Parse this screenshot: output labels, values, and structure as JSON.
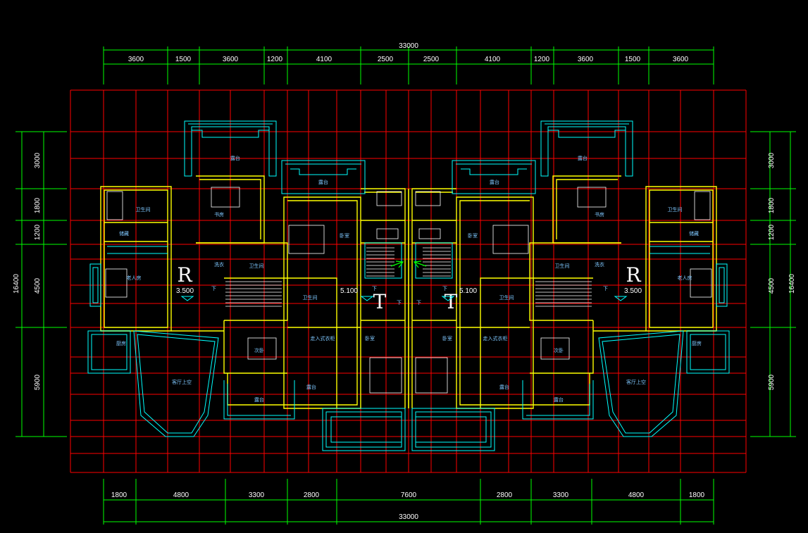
{
  "colors": {
    "background": "#000000",
    "grid": "#ff0000",
    "walls": "#ffff00",
    "cyan": "#00ffff",
    "dimensions": "#00ff00",
    "text": "#ffffff",
    "room_labels": "#7fc8ff"
  },
  "dimensions": {
    "top_total": "33000",
    "top_segments": [
      "3600",
      "1500",
      "3600",
      "1200",
      "4100",
      "2500",
      "2500",
      "4100",
      "1200",
      "3600",
      "1500",
      "3600"
    ],
    "bottom_total": "33000",
    "bottom_segments": [
      "1800",
      "4800",
      "3300",
      "2800",
      "7600",
      "2800",
      "3300",
      "4800",
      "1800"
    ],
    "left_total": "16400",
    "left_segments": [
      "3000",
      "1800",
      "1200",
      "4500",
      "5900"
    ],
    "right_total": "16400",
    "right_segments": [
      "3000",
      "1800",
      "1200",
      "4500",
      "5900"
    ]
  },
  "symbols": {
    "r_left": "R",
    "r_right": "R",
    "t_left": "T",
    "t_right": "T"
  },
  "levels": {
    "left_outer": "3.500",
    "left_inner": "5.100",
    "right_inner": "5.100",
    "right_outer": "3.500"
  },
  "stairs": {
    "down_1": "下",
    "down_2": "下",
    "down_3": "下",
    "down_4": "下",
    "down_5": "下",
    "down_6": "下"
  },
  "rooms": {
    "left": {
      "balcony_top": "露台",
      "study": "书房",
      "bath_top": "卫生间",
      "storage": "储藏",
      "laundry": "洗衣",
      "bath_mid": "卫生间",
      "elder_room": "老人房",
      "kitchen": "厨房",
      "living_void": "客厅上空",
      "balcony_bottom": "露台",
      "bedroom_small": "次卧",
      "corridor": "走入式衣柜",
      "balcony_mid": "露台",
      "bath_inner": "卫生间",
      "master_bedroom": "卧室",
      "balcony_upper": "露台",
      "master_bedroom_upper": "卧室"
    },
    "right": {
      "balcony_top": "露台",
      "study": "书房",
      "bath_top": "卫生间",
      "storage": "储藏",
      "laundry": "洗衣",
      "bath_mid": "卫生间",
      "elder_room": "老人房",
      "kitchen": "厨房",
      "living_void": "客厅上空",
      "balcony_bottom": "露台",
      "bedroom_small": "次卧",
      "corridor": "走入式衣柜",
      "balcony_mid": "露台",
      "bath_inner": "卫生间",
      "master_bedroom": "卧室",
      "balcony_upper": "露台",
      "master_bedroom_upper": "卧室"
    }
  }
}
